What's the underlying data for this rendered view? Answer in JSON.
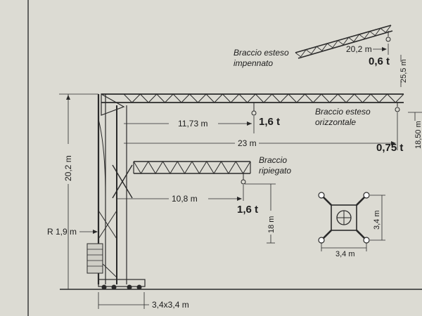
{
  "labels": {
    "inclined_jib": [
      "Braccio esteso",
      "impennato"
    ],
    "inclined_radius": "20,2 m",
    "inclined_load": "0,6 t",
    "inclined_height": "25,5 m",
    "horizontal_jib": [
      "Braccio esteso",
      "orizzontale"
    ],
    "horizontal_mid_radius": "11,73 m",
    "horizontal_mid_load": "1,6 t",
    "horizontal_full_radius": "23 m",
    "horizontal_tip_load": "0,75 t",
    "folded_jib": [
      "Braccio",
      "ripiegato"
    ],
    "folded_radius": "10,8 m",
    "folded_load": "1,6 t",
    "folded_height": "18 m",
    "tower_height": "20,2 m",
    "tail_radius": "R 1,9 m",
    "base_size": "3,4x3,4 m",
    "base_plan_width": "3,4 m",
    "base_plan_depth": "3,4 m",
    "right_edge_height": "18,50 m"
  }
}
